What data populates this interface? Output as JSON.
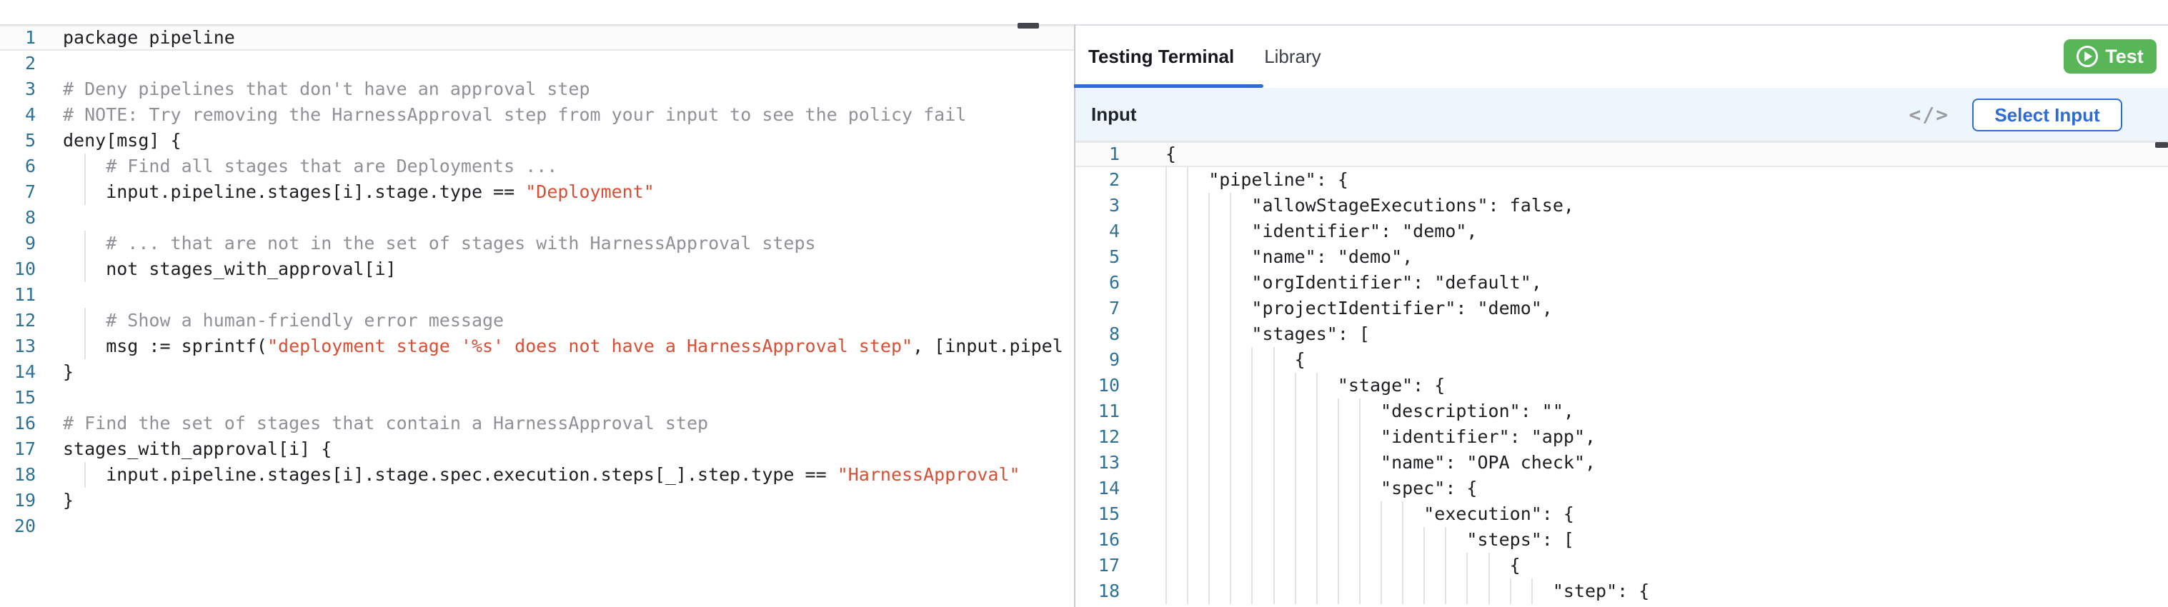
{
  "colors": {
    "accent": "#2e6bd2",
    "green": "#58b658",
    "bar": "#edf6fc",
    "code": "#1e1f22",
    "comment": "#8f9196",
    "string": "#d94f35",
    "ln": "#2d7296",
    "guide": "#e2e2e2",
    "border": "#dfdfe8",
    "vborder": "#c9c9cf",
    "hl-border": "#e8e8e8",
    "hl-bg": "#fbfbfb",
    "dash": "#42454c",
    "tab-active": "#15171c",
    "tab-inactive": "#3c4049",
    "icon-gray": "#9b9ba3"
  },
  "left_editor": {
    "language": "rego",
    "current_line": 1,
    "lines": [
      {
        "n": 1,
        "segments": [
          {
            "t": "package pipeline",
            "c": "code"
          }
        ]
      },
      {
        "n": 2,
        "segments": []
      },
      {
        "n": 3,
        "segments": [
          {
            "t": "# Deny pipelines that don't have an approval step",
            "c": "comment"
          }
        ]
      },
      {
        "n": 4,
        "segments": [
          {
            "t": "# NOTE: Try removing the HarnessApproval step from your input to see the policy fail",
            "c": "comment"
          }
        ]
      },
      {
        "n": 5,
        "segments": [
          {
            "t": "deny[msg] {",
            "c": "code"
          }
        ]
      },
      {
        "n": 6,
        "segments": [
          {
            "t": "    # Find all stages that are Deployments ...",
            "c": "comment"
          }
        ]
      },
      {
        "n": 7,
        "segments": [
          {
            "t": "    input.pipeline.stages[i].stage.type == ",
            "c": "code"
          },
          {
            "t": "\"Deployment\"",
            "c": "string"
          }
        ]
      },
      {
        "n": 8,
        "segments": []
      },
      {
        "n": 9,
        "segments": [
          {
            "t": "    # ... that are not in the set of stages with HarnessApproval steps",
            "c": "comment"
          }
        ]
      },
      {
        "n": 10,
        "segments": [
          {
            "t": "    not stages_with_approval[i]",
            "c": "code"
          }
        ]
      },
      {
        "n": 11,
        "segments": []
      },
      {
        "n": 12,
        "segments": [
          {
            "t": "    # Show a human-friendly error message",
            "c": "comment"
          }
        ]
      },
      {
        "n": 13,
        "segments": [
          {
            "t": "    msg := sprintf(",
            "c": "code"
          },
          {
            "t": "\"deployment stage '%s' does not have a HarnessApproval step\"",
            "c": "string"
          },
          {
            "t": ", [input.pipel",
            "c": "code"
          }
        ]
      },
      {
        "n": 14,
        "segments": [
          {
            "t": "}",
            "c": "code"
          }
        ]
      },
      {
        "n": 15,
        "segments": []
      },
      {
        "n": 16,
        "segments": [
          {
            "t": "# Find the set of stages that contain a HarnessApproval step",
            "c": "comment"
          }
        ]
      },
      {
        "n": 17,
        "segments": [
          {
            "t": "stages_with_approval[i] {",
            "c": "code"
          }
        ]
      },
      {
        "n": 18,
        "segments": [
          {
            "t": "    input.pipeline.stages[i].stage.spec.execution.steps[_].step.type == ",
            "c": "code"
          },
          {
            "t": "\"HarnessApproval\"",
            "c": "string"
          }
        ]
      },
      {
        "n": 19,
        "segments": [
          {
            "t": "}",
            "c": "code"
          }
        ]
      },
      {
        "n": 20,
        "segments": []
      }
    ]
  },
  "right_panel": {
    "tabs": [
      {
        "label": "Testing Terminal",
        "active": true
      },
      {
        "label": "Library",
        "active": false
      }
    ],
    "test_button": {
      "label": "Test"
    },
    "input_section": {
      "title": "Input",
      "code_icon": "</>",
      "select_button": {
        "label": "Select Input"
      }
    }
  },
  "right_editor": {
    "language": "json",
    "current_line": 1,
    "lines": [
      {
        "n": 1,
        "text": "{"
      },
      {
        "n": 2,
        "text": "    \"pipeline\": {"
      },
      {
        "n": 3,
        "text": "        \"allowStageExecutions\": false,"
      },
      {
        "n": 4,
        "text": "        \"identifier\": \"demo\","
      },
      {
        "n": 5,
        "text": "        \"name\": \"demo\","
      },
      {
        "n": 6,
        "text": "        \"orgIdentifier\": \"default\","
      },
      {
        "n": 7,
        "text": "        \"projectIdentifier\": \"demo\","
      },
      {
        "n": 8,
        "text": "        \"stages\": ["
      },
      {
        "n": 9,
        "text": "            {"
      },
      {
        "n": 10,
        "text": "                \"stage\": {"
      },
      {
        "n": 11,
        "text": "                    \"description\": \"\","
      },
      {
        "n": 12,
        "text": "                    \"identifier\": \"app\","
      },
      {
        "n": 13,
        "text": "                    \"name\": \"OPA check\","
      },
      {
        "n": 14,
        "text": "                    \"spec\": {"
      },
      {
        "n": 15,
        "text": "                        \"execution\": {"
      },
      {
        "n": 16,
        "text": "                            \"steps\": ["
      },
      {
        "n": 17,
        "text": "                                {"
      },
      {
        "n": 18,
        "text": "                                    \"step\": {"
      }
    ]
  }
}
